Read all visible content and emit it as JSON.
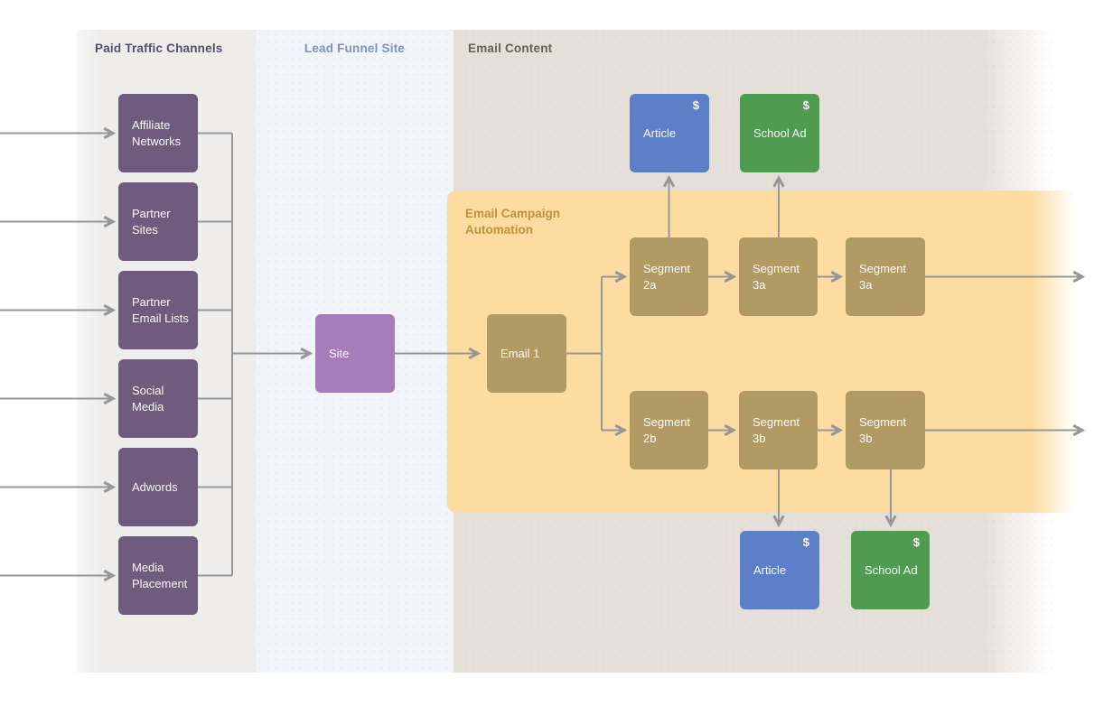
{
  "columns": {
    "paid_traffic": {
      "label": "Paid Traffic Channels",
      "bg": "#eeedec",
      "label_color": "#544f6b"
    },
    "lead_funnel": {
      "label": "Lead Funnel Site",
      "bg": "#f1f4f9",
      "label_color": "#7c90ca"
    },
    "email_content": {
      "label": "Email Content",
      "bg": "#e5dfda",
      "label_color": "#6a5f58"
    }
  },
  "automation_panel": {
    "label": "Email Campaign Automation",
    "bg": "#fcdca0",
    "label_color": "#c28f40"
  },
  "badge": {
    "dollar": "$"
  },
  "colors": {
    "channel_purple": "#6e5b7e",
    "site_purple": "#a87cbb",
    "email_gold": "#b29a64",
    "article_blue": "#5c7fc7",
    "ad_green": "#4f9b52",
    "arrow_gray": "#979797",
    "panel_orange": "#fcdca0"
  },
  "nodes": {
    "affiliate_networks": {
      "label": "Affiliate Networks",
      "type": "paid-channel"
    },
    "partner_sites": {
      "label": "Partner Sites",
      "type": "paid-channel"
    },
    "partner_email_lists": {
      "label": "Partner Email Lists",
      "type": "paid-channel"
    },
    "social_media": {
      "label": "Social Media",
      "type": "paid-channel"
    },
    "adwords": {
      "label": "Adwords",
      "type": "paid-channel"
    },
    "media_placement": {
      "label": "Media Placement",
      "type": "paid-channel"
    },
    "site": {
      "label": "Site",
      "type": "funnel-site"
    },
    "email_1": {
      "label": "Email 1",
      "type": "email"
    },
    "segment_2a": {
      "label": "Segment 2a",
      "type": "segment"
    },
    "segment_3a_1": {
      "label": "Segment 3a",
      "type": "segment"
    },
    "segment_3a_2": {
      "label": "Segment 3a",
      "type": "segment"
    },
    "segment_2b": {
      "label": "Segment 2b",
      "type": "segment"
    },
    "segment_3b_1": {
      "label": "Segment 3b",
      "type": "segment"
    },
    "segment_3b_2": {
      "label": "Segment 3b",
      "type": "segment"
    },
    "article_top": {
      "label": "Article",
      "type": "monetized-content",
      "badge": "$"
    },
    "school_ad_top": {
      "label": "School Ad",
      "type": "monetized-content",
      "badge": "$"
    },
    "article_bottom": {
      "label": "Article",
      "type": "monetized-content",
      "badge": "$"
    },
    "school_ad_bottom": {
      "label": "School Ad",
      "type": "monetized-content",
      "badge": "$"
    }
  },
  "connections": [
    {
      "from": "external-left",
      "to": "affiliate_networks"
    },
    {
      "from": "external-left",
      "to": "partner_sites"
    },
    {
      "from": "external-left",
      "to": "partner_email_lists"
    },
    {
      "from": "external-left",
      "to": "social_media"
    },
    {
      "from": "external-left",
      "to": "adwords"
    },
    {
      "from": "external-left",
      "to": "media_placement"
    },
    {
      "from": "affiliate_networks",
      "to": "site"
    },
    {
      "from": "partner_sites",
      "to": "site"
    },
    {
      "from": "partner_email_lists",
      "to": "site"
    },
    {
      "from": "social_media",
      "to": "site"
    },
    {
      "from": "adwords",
      "to": "site"
    },
    {
      "from": "media_placement",
      "to": "site"
    },
    {
      "from": "site",
      "to": "email_1"
    },
    {
      "from": "email_1",
      "to": "segment_2a"
    },
    {
      "from": "email_1",
      "to": "segment_2b"
    },
    {
      "from": "segment_2a",
      "to": "segment_3a_1"
    },
    {
      "from": "segment_3a_1",
      "to": "segment_3a_2"
    },
    {
      "from": "segment_3a_2",
      "to": "external-right"
    },
    {
      "from": "segment_2b",
      "to": "segment_3b_1"
    },
    {
      "from": "segment_3b_1",
      "to": "segment_3b_2"
    },
    {
      "from": "segment_3b_2",
      "to": "external-right"
    },
    {
      "from": "segment_2a",
      "to": "article_top"
    },
    {
      "from": "segment_3a_1",
      "to": "school_ad_top"
    },
    {
      "from": "segment_3b_1",
      "to": "article_bottom"
    },
    {
      "from": "segment_3b_2",
      "to": "school_ad_bottom"
    }
  ]
}
